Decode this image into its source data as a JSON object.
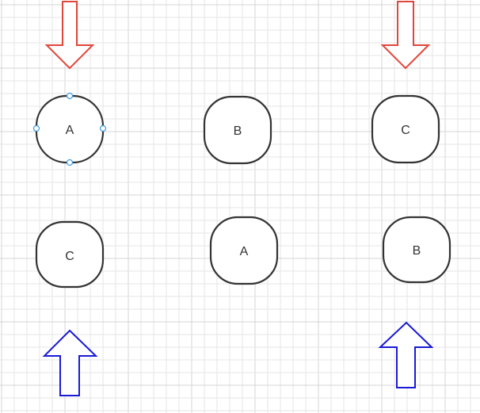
{
  "canvas": {
    "grid": true,
    "grid_color": "#e6e6e6",
    "grid_major_color": "#d4d4d4",
    "background": "#ffffff"
  },
  "colors": {
    "node_stroke": "#333333",
    "node_fill": "#ffffff",
    "arrow_down": "#e0473b",
    "arrow_up": "#1a1ad6",
    "handle": "#3b9be0"
  },
  "nodes": [
    {
      "id": "node-a-top",
      "label": "A",
      "selected": true
    },
    {
      "id": "node-b-top",
      "label": "B",
      "selected": false
    },
    {
      "id": "node-c-top",
      "label": "C",
      "selected": false
    },
    {
      "id": "node-c-bottom",
      "label": "C",
      "selected": false
    },
    {
      "id": "node-a-bottom",
      "label": "A",
      "selected": false
    },
    {
      "id": "node-b-bottom",
      "label": "B",
      "selected": false
    }
  ],
  "arrows": [
    {
      "id": "arrow-down-left",
      "direction": "down",
      "color_key": "arrow_down"
    },
    {
      "id": "arrow-down-right",
      "direction": "down",
      "color_key": "arrow_down"
    },
    {
      "id": "arrow-up-left",
      "direction": "up",
      "color_key": "arrow_up"
    },
    {
      "id": "arrow-up-right",
      "direction": "up",
      "color_key": "arrow_up"
    }
  ]
}
